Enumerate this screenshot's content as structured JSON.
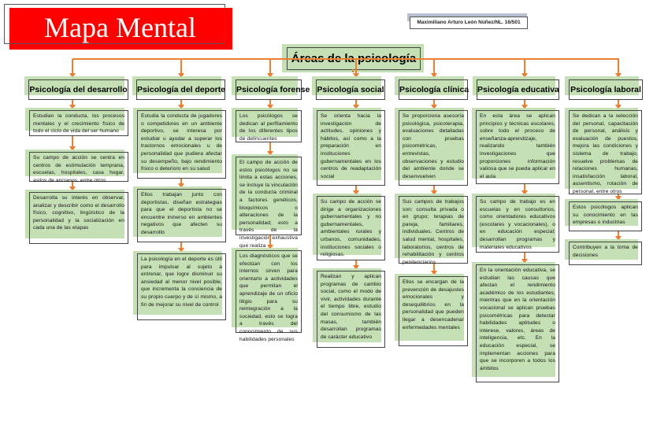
{
  "title": "Mapa Mental",
  "author": "Maximiliano Arturo León Núñez/NL. 16/501",
  "central": "Áreas de la psicología",
  "colors": {
    "title_bg": "#ff0000",
    "box_fill": "#c5e0b4",
    "connector": "#ed7d31"
  },
  "columns": [
    {
      "heading": "Psicología del desarrollo",
      "boxes": [
        "Estudian la conducta, los procesos mentales y el crecimiento físico de todo el ciclo de vida del ser humano",
        "Su campo de acción se centra en centros de estimulación temprana, escuelas, hospitales, casa hogar, asilos de ancianos, entre otros",
        "Desarrolla su interés en observar, analizar y describir como el desarrollo físico, cognitivo, lingüístico de la personalidad y la socialización en cada una de las etapas"
      ]
    },
    {
      "heading": "Psicología del deporte",
      "boxes": [
        "Estudia la conducta de jugadores o competidores en un ambiente deportivo, se interesa por estudiar u ayudar a superar los trastornos emocionales u de personalidad que pudiera afectar su desempeño, bajo rendimiento físico o deterioro en su salud",
        "Ellos trabajan junto con deportistas, diseñan estrategias para que el deportista no se encuentre inmerso en ambientes negativos que afecten su desarrollo",
        "La psicología en el deporte es útil para impulsar al sujeto a entrenar, que logre disminuir su ansiedad al menor nivel posible, que incrementa la conciencia de su propio cuerpo y de sí mismo, a fin de mejorar su nivel de control"
      ]
    },
    {
      "heading": "Psicología forense",
      "boxes": [
        "Los psicólogos se dedican al perfilamiento de los diferentes tipos de delincuentes",
        "El campo de acción de estos psicólogos no se limita a estas acciones, se incluye la vinculación de la conducta criminal a factores genéticos, bioquímicos o alteraciones de la personalidad; esto a través de la investigación exhaustiva que realiza",
        "Los diagnósticos que se efectúan con los internos sirven para orientarlo a actividades que permitan el aprendizaje de un oficio litigio para su reintegración a la sociedad, esto se logra a través del conocimiento de sus habilidades personales"
      ]
    },
    {
      "heading": "Psicología social",
      "boxes": [
        "Se orienta hacia la investigación de actitudes, opiniones y hábitos, así como a la preparación en instituciones gubernamentales en los centros de readaptación social",
        "Su campo de acción se dirige a organizaciones gubernamentales y no gubernamentales, ambientales rurales y urbanos, comunidades, instituciones sociales o religiosas.",
        "Realizan y aplican programas de cambio social, como el modo de vivir, actividades durante el tiempo libre, estudio del consumismo de las masas, también desarrollan programas de carácter educativo"
      ]
    },
    {
      "heading": "Psicología clínica",
      "boxes": [
        "Se proporciona asesoría psicológica, psicoterapia, evaluaciones detalladas con pruebas psicométricas, entrevistas, observaciones y estudio del ambiente donde se desenvuelven",
        "Sus campos de trabajos son: consulta privada o en grupo; terapias de pareja, familiares, individuales. Centros de salud mental, hospitales, laboratorios, centros de rehabilitación y centros penitenciarios",
        "Ellos se encargan de la prevención de desajustes emocionales y desequilibrios en la personalidad que pueden llegar a desencadenar enfermedades mentales"
      ]
    },
    {
      "heading": "Psicología educativa",
      "boxes": [
        "En esta área se aplican principios y técnicas escolares, sobre todo el proceso de enseñanza-aprendizaje, realizando también investigaciones que proporciones información valiosa que se pueda aplicar en el aula",
        "Su campo de trabajo es en escuelas y en consultorios, como orientadores educativos (escolares y vocacionales), o en educación especial; desarrollan programas y materiales educativos",
        "En la orientación educativa, se estudian las causas que afectan el rendimiento académico de los estudiantes, mientras que en la orientación vocacional se aplican pruebas psicométricas para detectar habilidades aptitudes o interese, valores, áreas de inteligencia, etc. En la educación especial, se implementan acciones para que se incorporen a todos los ámbitos"
      ]
    },
    {
      "heading": "Psicología laboral",
      "boxes": [
        "Se dedican a la selección del personal, capacitación de personal, análisis y evaluación de puestos, mejora las condiciones y sistema de trabajo, resuelve problemas de relaciones humanas, insatisfacción laboral, ausentismo, rotación de personal, entre otros",
        "Estos psicólogos aplican su conocimiento en las empresas o industrias",
        "Contribuyen a la toma de decisiones"
      ]
    }
  ]
}
